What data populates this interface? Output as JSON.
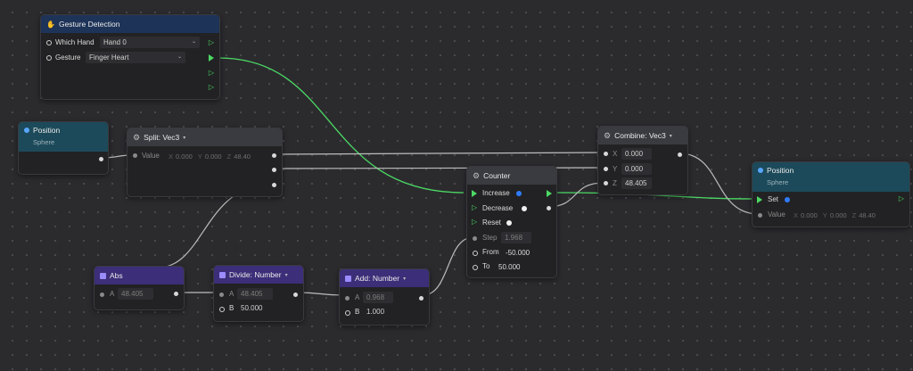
{
  "colors": {
    "exec_wire": "#4cd964",
    "data_wire": "#bdbdbd",
    "accent_blue": "#2f7bff"
  },
  "gesture": {
    "title": "Gesture Detection",
    "which_hand_label": "Which Hand",
    "which_hand_value": "Hand 0",
    "gesture_label": "Gesture",
    "gesture_value": "Finger Heart"
  },
  "position_src": {
    "title": "Position",
    "subtitle": "Sphere"
  },
  "split": {
    "title": "Split: Vec3",
    "value_label": "Value",
    "x_axis": "X",
    "x_val": "0.000",
    "y_axis": "Y",
    "y_val": "0.000",
    "z_axis": "Z",
    "z_val": "48.40"
  },
  "combine": {
    "title": "Combine: Vec3",
    "x_label": "X",
    "x_val": "0.000",
    "y_label": "Y",
    "y_val": "0.000",
    "z_label": "Z",
    "z_val": "48.405"
  },
  "position_dst": {
    "title": "Position",
    "subtitle": "Sphere",
    "set_label": "Set",
    "value_label": "Value",
    "x_axis": "X",
    "x_val": "0.000",
    "y_axis": "Y",
    "y_val": "0.000",
    "z_axis": "Z",
    "z_val": "48.40"
  },
  "counter": {
    "title": "Counter",
    "increase_label": "Increase",
    "decrease_label": "Decrease",
    "reset_label": "Reset",
    "step_label": "Step",
    "step_val": "1.968",
    "from_label": "From",
    "from_val": "-50.000",
    "to_label": "To",
    "to_val": "50.000"
  },
  "abs": {
    "title": "Abs",
    "a_label": "A",
    "a_val": "48.405"
  },
  "divide": {
    "title": "Divide: Number",
    "a_label": "A",
    "a_val": "48.405",
    "b_label": "B",
    "b_val": "50.000"
  },
  "add": {
    "title": "Add: Number",
    "a_label": "A",
    "a_val": "0.968",
    "b_label": "B",
    "b_val": "1.000"
  }
}
